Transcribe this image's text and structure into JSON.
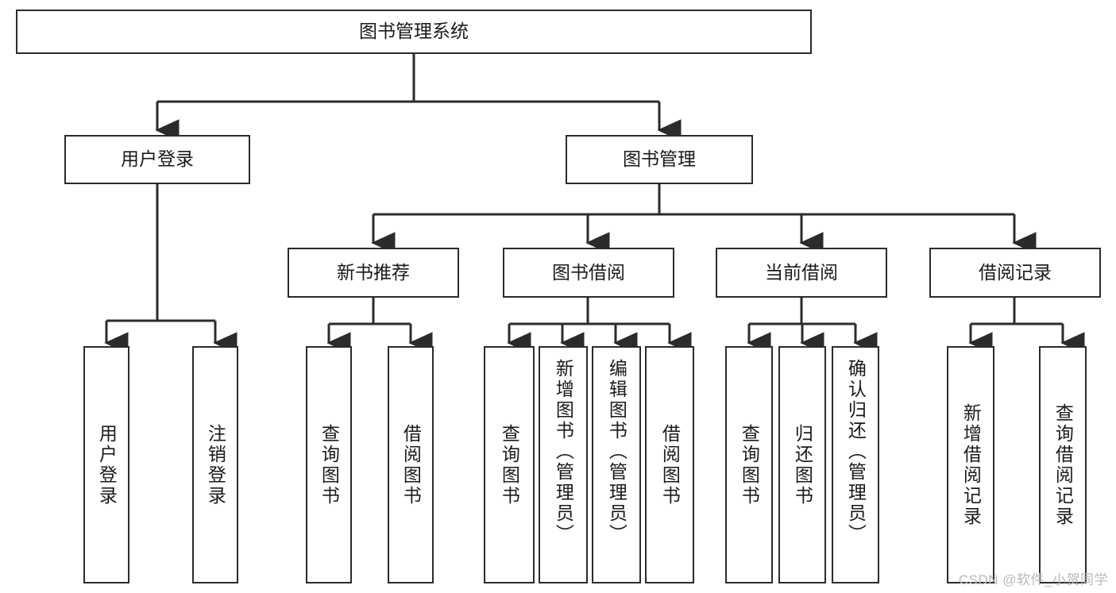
{
  "diagram": {
    "title": "图书管理系统",
    "type": "tree",
    "root": {
      "id": "root",
      "label": "图书管理系统"
    },
    "level2": [
      {
        "id": "user-login",
        "label": "用户登录"
      },
      {
        "id": "book-manage",
        "label": "图书管理"
      }
    ],
    "level3": [
      {
        "id": "new-book-recommend",
        "label": "新书推荐",
        "parent": "book-manage"
      },
      {
        "id": "book-borrow",
        "label": "图书借阅",
        "parent": "book-manage"
      },
      {
        "id": "current-borrow",
        "label": "当前借阅",
        "parent": "book-manage"
      },
      {
        "id": "borrow-record",
        "label": "借阅记录",
        "parent": "book-manage"
      }
    ],
    "leaves": [
      {
        "id": "leaf-user-login",
        "label": "用户登录",
        "parent": "user-login"
      },
      {
        "id": "leaf-user-logout",
        "label": "注销登录",
        "parent": "user-login"
      },
      {
        "id": "leaf-query-book-1",
        "label": "查询图书",
        "parent": "new-book-recommend"
      },
      {
        "id": "leaf-borrow-book-1",
        "label": "借阅图书",
        "parent": "new-book-recommend"
      },
      {
        "id": "leaf-query-book-2",
        "label": "查询图书",
        "parent": "book-borrow"
      },
      {
        "id": "leaf-add-book",
        "label": "新增图书（管理员）",
        "parent": "book-borrow"
      },
      {
        "id": "leaf-edit-book",
        "label": "编辑图书（管理员）",
        "parent": "book-borrow"
      },
      {
        "id": "leaf-borrow-book-2",
        "label": "借阅图书",
        "parent": "book-borrow"
      },
      {
        "id": "leaf-query-book-3",
        "label": "查询图书",
        "parent": "current-borrow"
      },
      {
        "id": "leaf-return-book",
        "label": "归还图书",
        "parent": "current-borrow"
      },
      {
        "id": "leaf-confirm-return",
        "label": "确认归还（管理员）",
        "parent": "current-borrow"
      },
      {
        "id": "leaf-add-record",
        "label": "新增借阅记录",
        "parent": "borrow-record"
      },
      {
        "id": "leaf-query-record",
        "label": "查询借阅记录",
        "parent": "borrow-record"
      }
    ],
    "colors": {
      "stroke": "#2b2b2b",
      "fill": "#ffffff",
      "text": "#1a1a1a",
      "watermark": "#b9b9b9"
    }
  },
  "watermark": {
    "text": "CSDN @软件_小贺同学"
  }
}
